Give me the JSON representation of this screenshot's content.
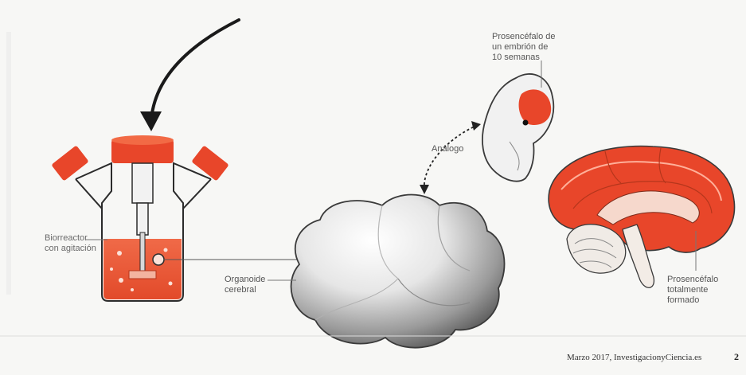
{
  "labels": {
    "bioreactor_line1": "Biorreactor",
    "bioreactor_line2": "con agitación",
    "organoid_line1": "Organoide",
    "organoid_line2": "cerebral",
    "analog": "Análogo",
    "embryo_line1": "Prosencéfalo de",
    "embryo_line2": "un embrión de",
    "embryo_line3": "10 semanas",
    "formed_line1": "Prosencéfalo",
    "formed_line2": "totalmente",
    "formed_line3": "formado"
  },
  "footer": {
    "text": "Marzo 2017, InvestigacionyCiencia.es",
    "page": "2"
  },
  "colors": {
    "accent": "#e8462a",
    "accent_light": "#f26a45",
    "organoid_light": "#f0f0f0",
    "organoid_dark": "#6e6e6e",
    "background": "#f7f7f5"
  },
  "icons": [
    "curved-arrow-icon",
    "double-arrow-icon"
  ]
}
